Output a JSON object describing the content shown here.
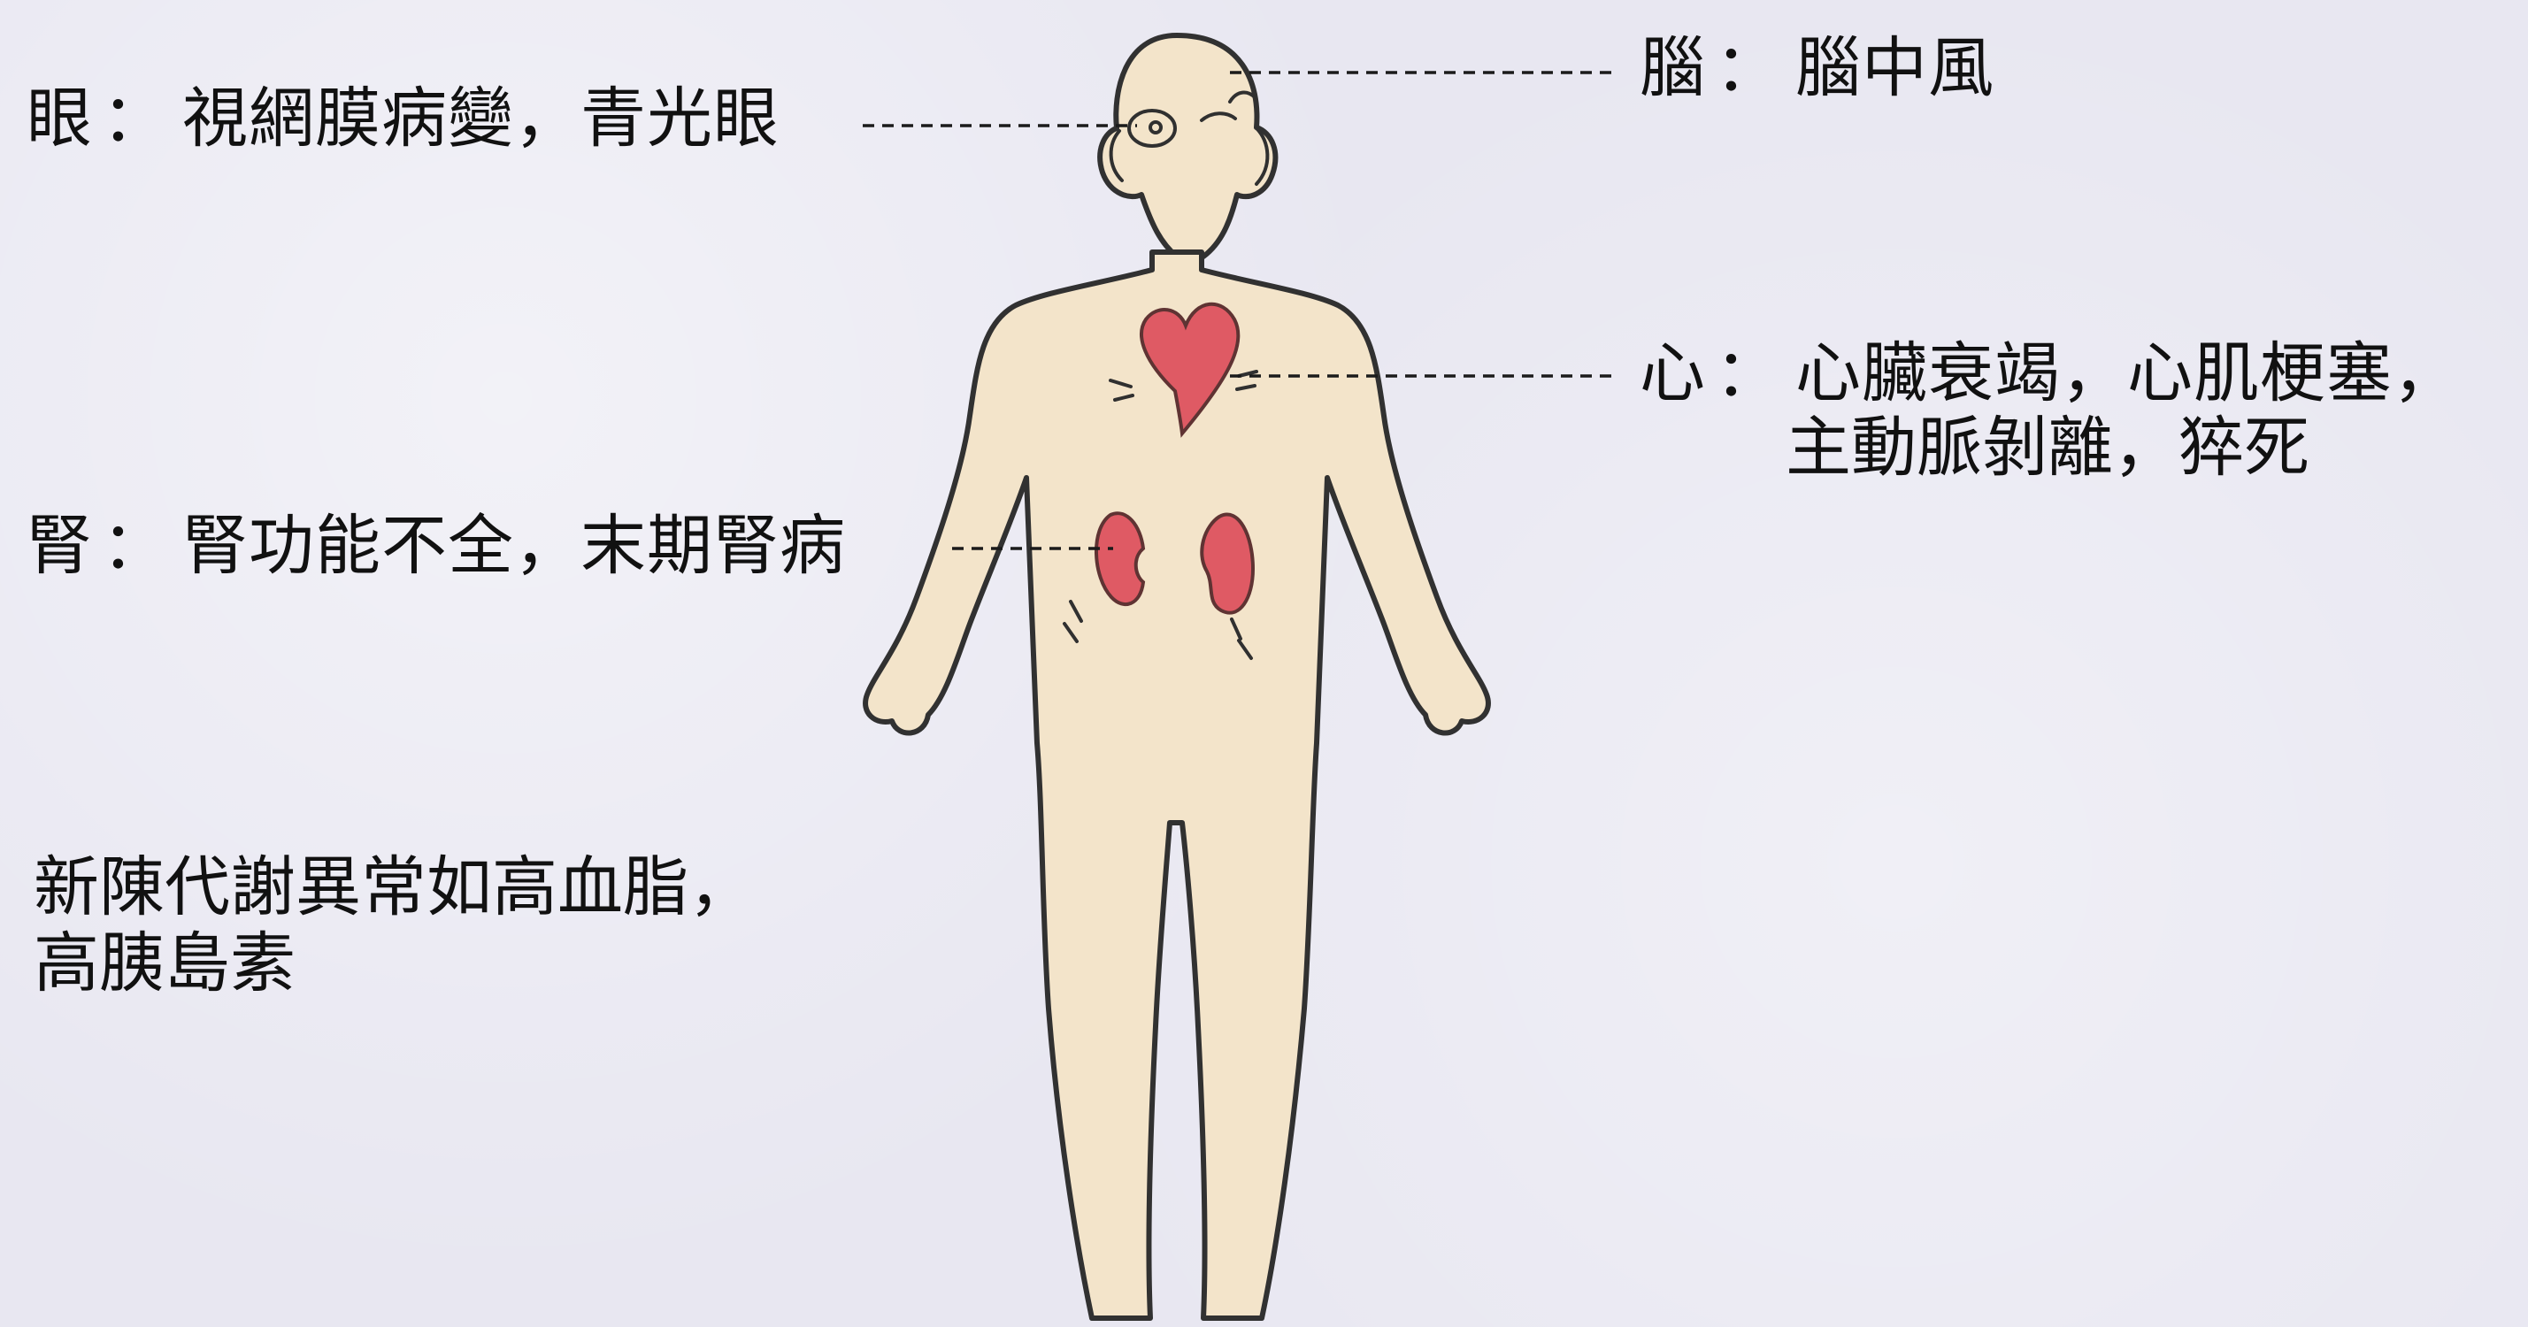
{
  "labels": {
    "eye": {
      "title": "眼",
      "separator": "：",
      "text": "視網膜病變，青光眼"
    },
    "brain": {
      "title": "腦",
      "separator": "：",
      "text": "腦中風"
    },
    "heart": {
      "title": "心",
      "separator": "：",
      "line1": "心臟衰竭，心肌梗塞，",
      "line2": "主動脈剝離，猝死"
    },
    "kidney": {
      "title": "腎",
      "separator": "：",
      "text": "腎功能不全，末期腎病"
    },
    "metabolic": {
      "line1": "新陳代謝異常如高血脂，",
      "line2": "高胰島素"
    }
  },
  "colors": {
    "background": "#e8e7f1",
    "skin": "#f3e4ca",
    "organ": "#df5a64",
    "outline": "#313131"
  }
}
